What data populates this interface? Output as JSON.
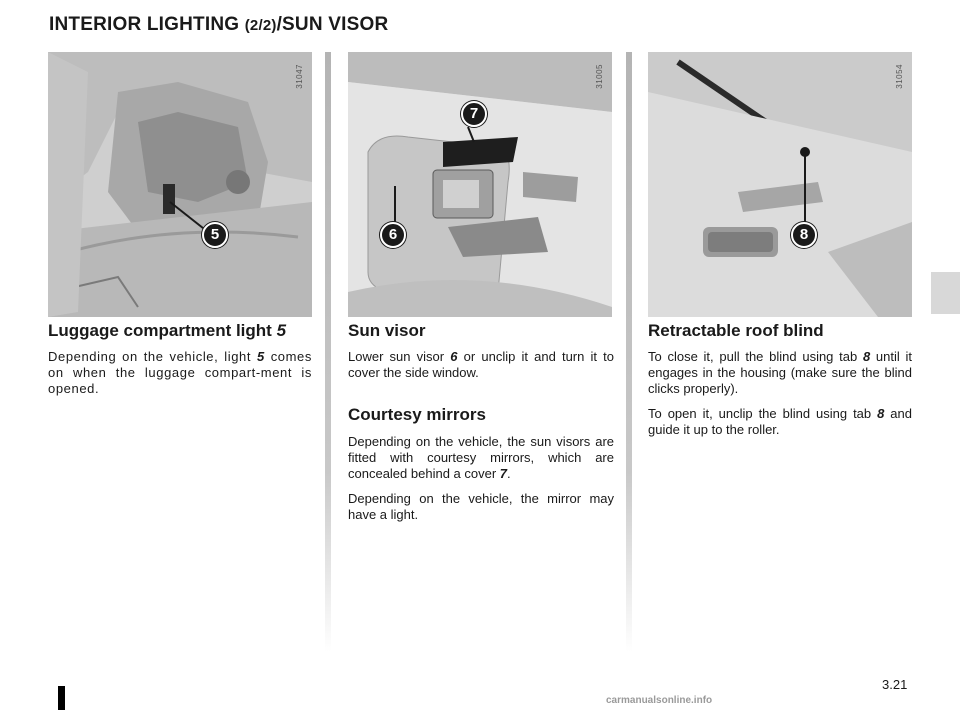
{
  "header": {
    "title_main": "INTERIOR LIGHTING ",
    "title_small": "(2/2)",
    "title_tail": "/SUN VISOR"
  },
  "figures": [
    {
      "code": "31047",
      "callouts": [
        "5"
      ]
    },
    {
      "code": "31005",
      "callouts": [
        "7",
        "6"
      ]
    },
    {
      "code": "31054",
      "callouts": [
        "8"
      ]
    }
  ],
  "col1": {
    "heading_text": "Luggage compartment light ",
    "heading_ref": "5",
    "p1_a": "Depending on the vehicle, light ",
    "p1_ref": "5",
    "p1_b": " comes on when the luggage compart-ment is opened."
  },
  "col2": {
    "heading1": "Sun visor",
    "p1_a": "Lower sun visor ",
    "p1_ref": "6",
    "p1_b": " or unclip it and turn it to cover the side window.",
    "heading2": "Courtesy mirrors",
    "p2_a": "Depending on the vehicle, the sun visors are fitted with courtesy mirrors, which are concealed behind a cover ",
    "p2_ref": "7",
    "p2_b": ".",
    "p3": "Depending on the vehicle, the mirror may have a light."
  },
  "col3": {
    "heading": "Retractable roof blind",
    "p1_a": "To close it, pull the blind using tab ",
    "p1_ref": "8",
    "p1_b": " until it engages in the housing (make sure the blind clicks properly).",
    "p2_a": "To open it, unclip the blind using tab ",
    "p2_ref": "8",
    "p2_b": " and guide it up to the roller."
  },
  "footer": {
    "page_number": "3.21",
    "watermark": "carmanualsonline.info"
  }
}
